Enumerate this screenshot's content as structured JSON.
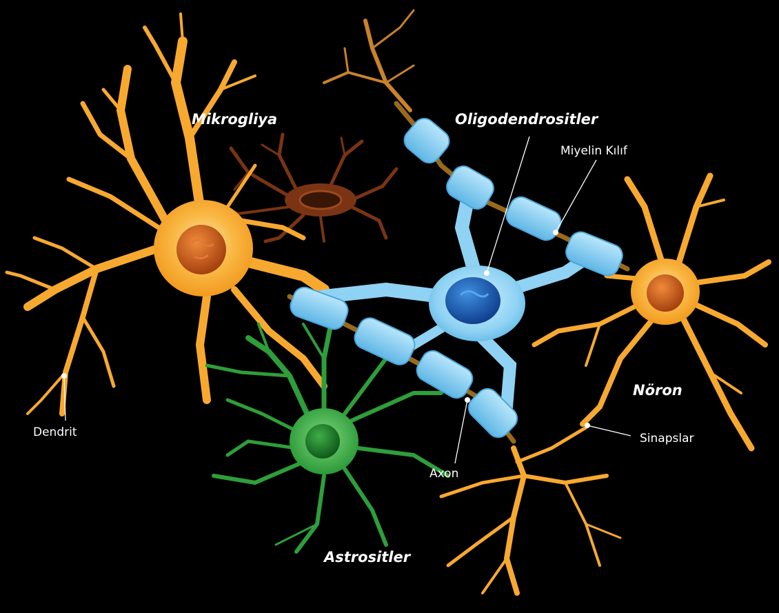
{
  "cells": {
    "microglia": {
      "label": "Mikrogliya",
      "color": "#f7a92f"
    },
    "oligodendrocytes": {
      "label": "Oligodendrositler",
      "color": "#7dc8ef"
    },
    "neuron": {
      "label": "Nöron",
      "color": "#f7a92f"
    },
    "astrocytes": {
      "label": "Astrositler",
      "color": "#2e9e3a"
    },
    "resting_microglia": {
      "color": "#7a3413"
    }
  },
  "parts": {
    "myelin": "Miyelin Kılıf",
    "dendrite": "Dendrit",
    "axon": "Axon",
    "synapses": "Sinapslar"
  },
  "colors": {
    "background": "#000000",
    "nucleus_orange": "#c2571e",
    "nucleus_blue": "#1f63b3",
    "nucleus_green": "#1f7a2a",
    "axon_brown": "#9a6a1a"
  }
}
